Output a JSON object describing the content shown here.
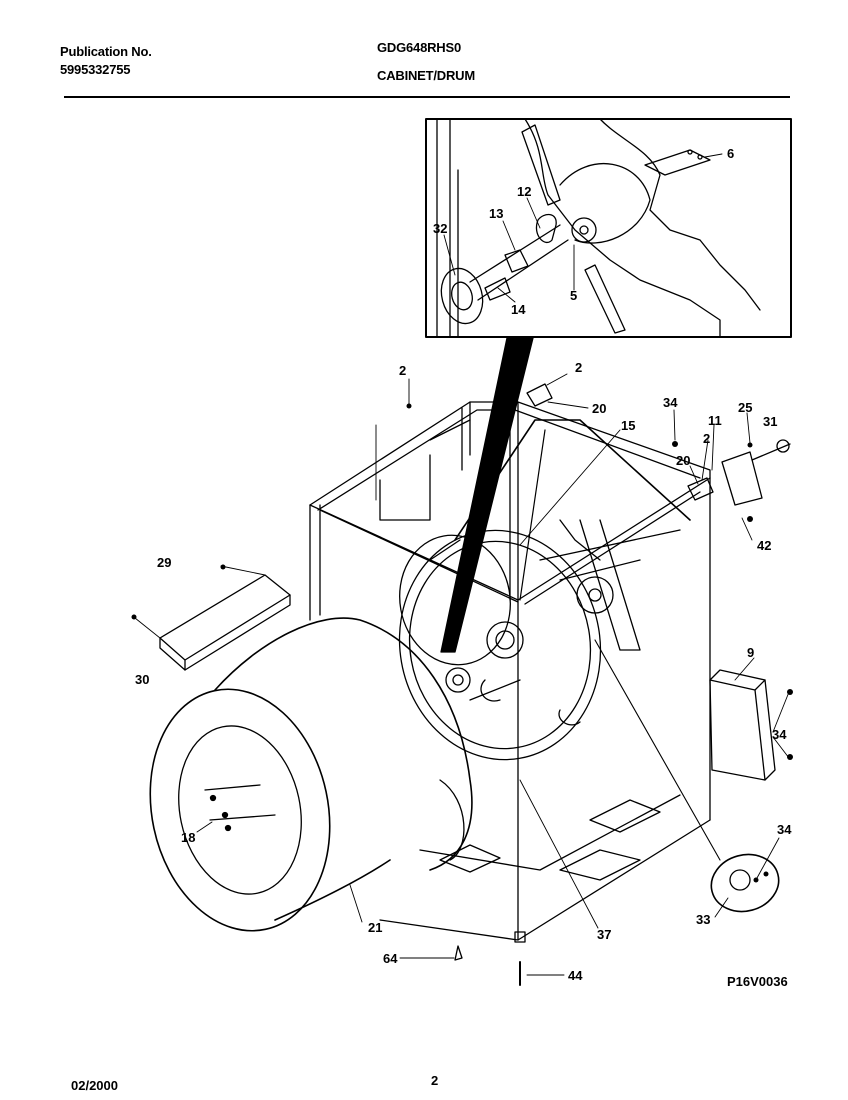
{
  "header": {
    "publication_label": "Publication No.",
    "publication_number": "5995332755",
    "model": "GDG648RHS0",
    "section": "CABINET/DRUM"
  },
  "diagram": {
    "reference_code": "P16V0036",
    "callouts_inset": [
      "6",
      "12",
      "13",
      "32",
      "14",
      "5"
    ],
    "callouts_main": [
      "2",
      "2",
      "20",
      "34",
      "11",
      "25",
      "31",
      "15",
      "2",
      "20",
      "42",
      "29",
      "30",
      "9",
      "34",
      "18",
      "34",
      "21",
      "37",
      "33",
      "64",
      "44"
    ]
  },
  "footer": {
    "date": "02/2000",
    "page_number": "2"
  }
}
